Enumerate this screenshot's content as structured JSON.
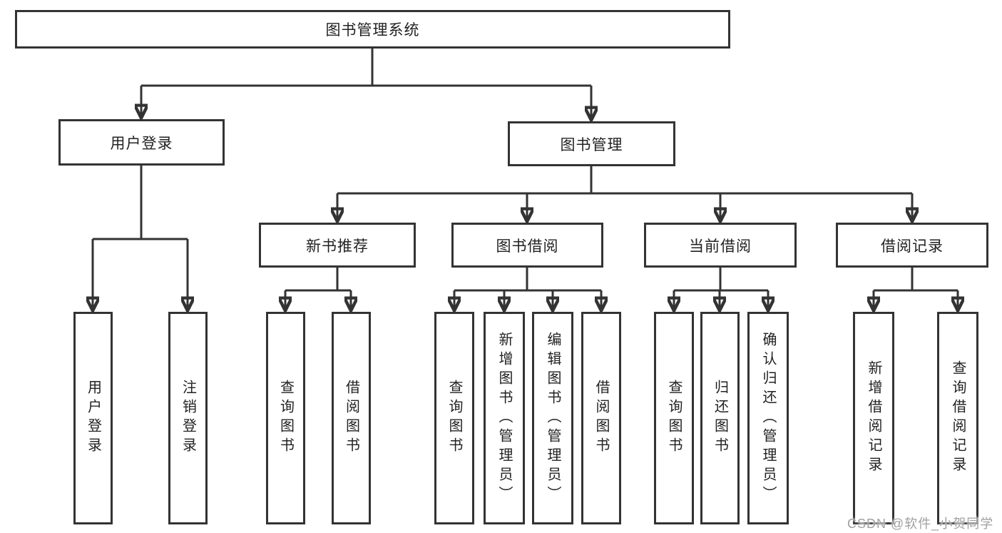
{
  "colors": {
    "line": "#333333",
    "box_border": "#333333",
    "box_background": "#ffffff",
    "text": "#222222",
    "watermark": "#a0a0a0",
    "page_background": "#ffffff"
  },
  "root": {
    "label": "图书管理系统"
  },
  "branches": {
    "user_login": {
      "label": "用户登录",
      "children": {
        "login": {
          "label": "用户登录"
        },
        "logout": {
          "label": "注销登录"
        }
      }
    },
    "book_management": {
      "label": "图书管理",
      "children": {
        "new_book_recommend": {
          "label": "新书推荐",
          "children": {
            "query_books": {
              "label": "查询图书"
            },
            "borrow_books": {
              "label": "借阅图书"
            }
          }
        },
        "book_borrowing": {
          "label": "图书借阅",
          "children": {
            "query_books": {
              "label": "查询图书"
            },
            "add_books": {
              "label": "新增图书（管理员）"
            },
            "edit_books": {
              "label": "编辑图书（管理员）"
            },
            "borrow_books": {
              "label": "借阅图书"
            }
          }
        },
        "current_borrowing": {
          "label": "当前借阅",
          "children": {
            "query_books": {
              "label": "查询图书"
            },
            "return_books": {
              "label": "归还图书"
            },
            "confirm_return": {
              "label": "确认归还（管理员）"
            }
          }
        },
        "borrowing_records": {
          "label": "借阅记录",
          "children": {
            "add_record": {
              "label": "新增借阅记录"
            },
            "query_record": {
              "label": "查询借阅记录"
            }
          }
        }
      }
    }
  },
  "watermark": {
    "text": "CSDN @软件_小贺同学"
  }
}
